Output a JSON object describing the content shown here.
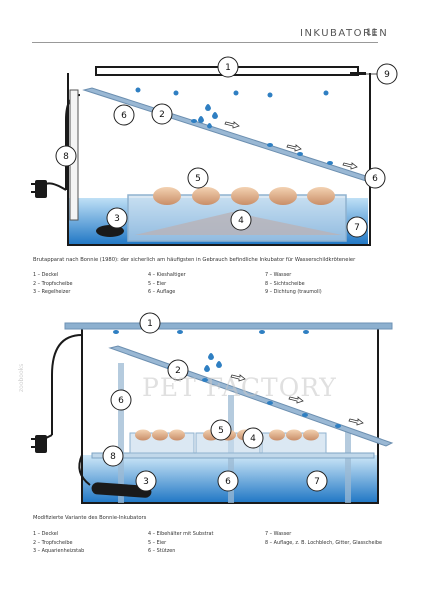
{
  "header": {
    "title": "INKUBATOREN",
    "page": "11"
  },
  "figure1": {
    "caption": "Brutapparat nach Bonnie (1980): der sicherlich am häufigsten in Gebrauch befindliche Inkubator für Wasserschildkröteneier",
    "legend": [
      "1 – Deckel",
      "4 – Kieshaltiger",
      "7 – Wasser",
      "2 – Tropfscheibe",
      "5 – Eier",
      "8 – Sichtscheibe",
      "3 – Regelheizer",
      "6 – Auflage",
      "9 – Dichtung (traumoll)"
    ],
    "callouts": [
      "1",
      "2",
      "3",
      "4",
      "5",
      "6",
      "6",
      "7",
      "8",
      "9"
    ]
  },
  "figure2": {
    "caption": "Modifizierte Variante des Bonnie-Inkubators",
    "legend": [
      "1 – Deckel",
      "4 – Eibehälter mit Substrat",
      "7 – Wasser",
      "2 – Tropfscheibe",
      "5 – Eier",
      "8 – Auflage, z. B. Lochblech, Gitter, Glasscheibe",
      "3 – Aquarienheizstab",
      "6 – Stützen",
      ""
    ],
    "callouts": [
      "1",
      "2",
      "3",
      "4",
      "5",
      "6",
      "6",
      "7",
      "8"
    ]
  },
  "watermark": {
    "text": "PET FACTORY",
    "side": "zoobooks"
  },
  "colors": {
    "water": "#3d8fd0",
    "lid": "#7fa3c4",
    "glass": "#a7c8e0",
    "egg": "#e6b893",
    "black": "#1a1a1a"
  }
}
